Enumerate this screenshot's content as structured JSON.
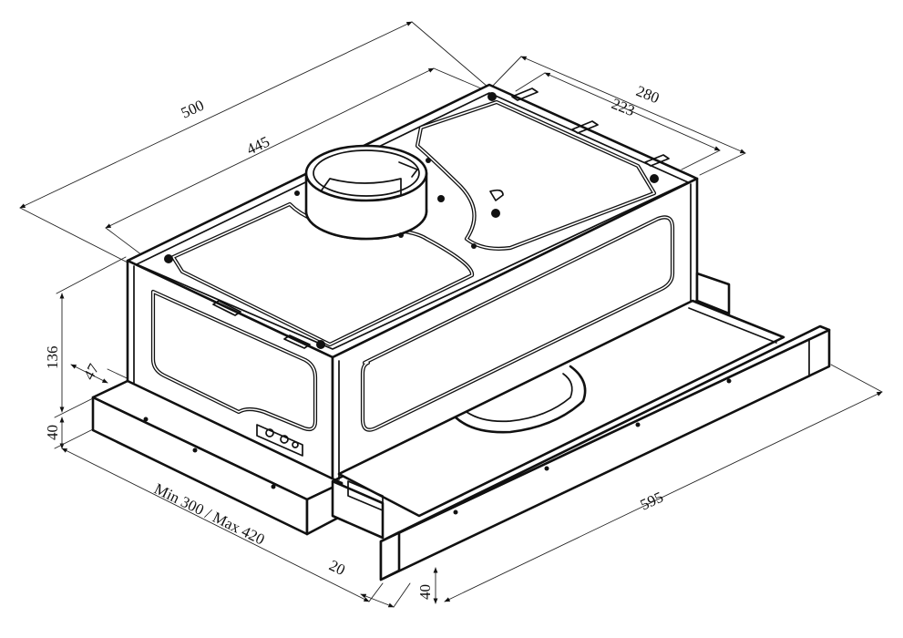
{
  "diagram": {
    "subject": "telescopic cooker hood dimension drawing",
    "dimensions": {
      "overall_depth": "500",
      "body_depth": "445",
      "overall_width_top": "280",
      "inner_width_top": "223",
      "body_height": "136",
      "chimney_offset": "47",
      "front_panel_height_left": "40",
      "extension_range": "Min 300 / Max 420",
      "front_panel_depth": "20",
      "front_width": "595",
      "front_panel_height_right": "40"
    }
  }
}
